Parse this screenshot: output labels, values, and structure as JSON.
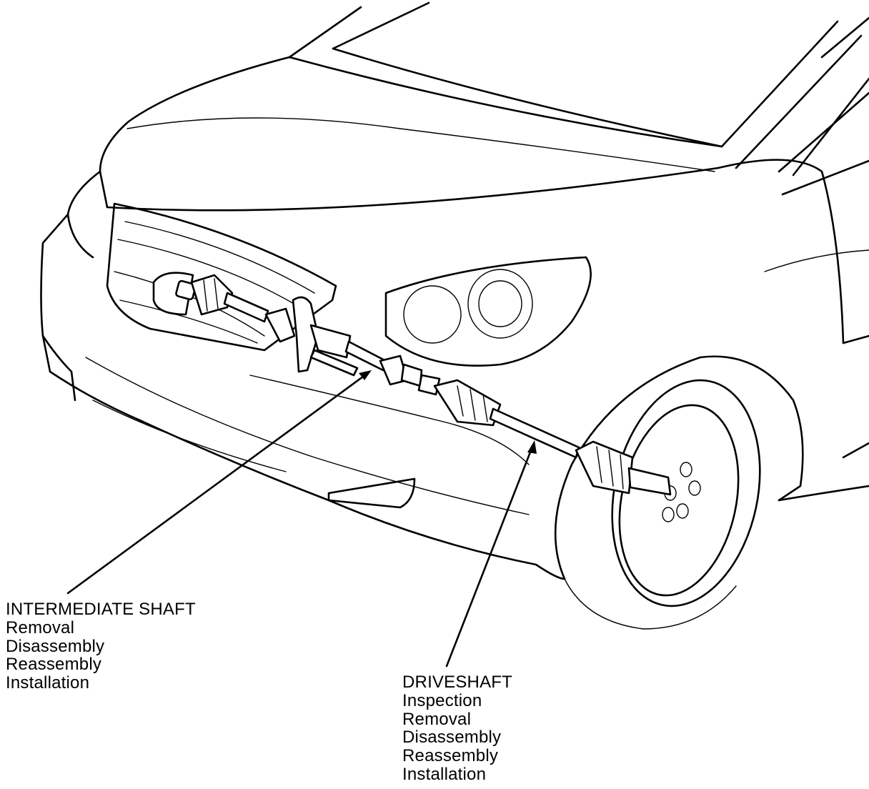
{
  "callouts": {
    "intermediate_shaft": {
      "title": "INTERMEDIATE SHAFT",
      "steps": [
        "Removal",
        "Disassembly",
        "Reassembly",
        "Installation"
      ]
    },
    "driveshaft": {
      "title": "DRIVESHAFT",
      "steps": [
        "Inspection",
        "Removal",
        "Disassembly",
        "Reassembly",
        "Installation"
      ]
    }
  },
  "colors": {
    "line": "#000000",
    "background": "#ffffff"
  }
}
